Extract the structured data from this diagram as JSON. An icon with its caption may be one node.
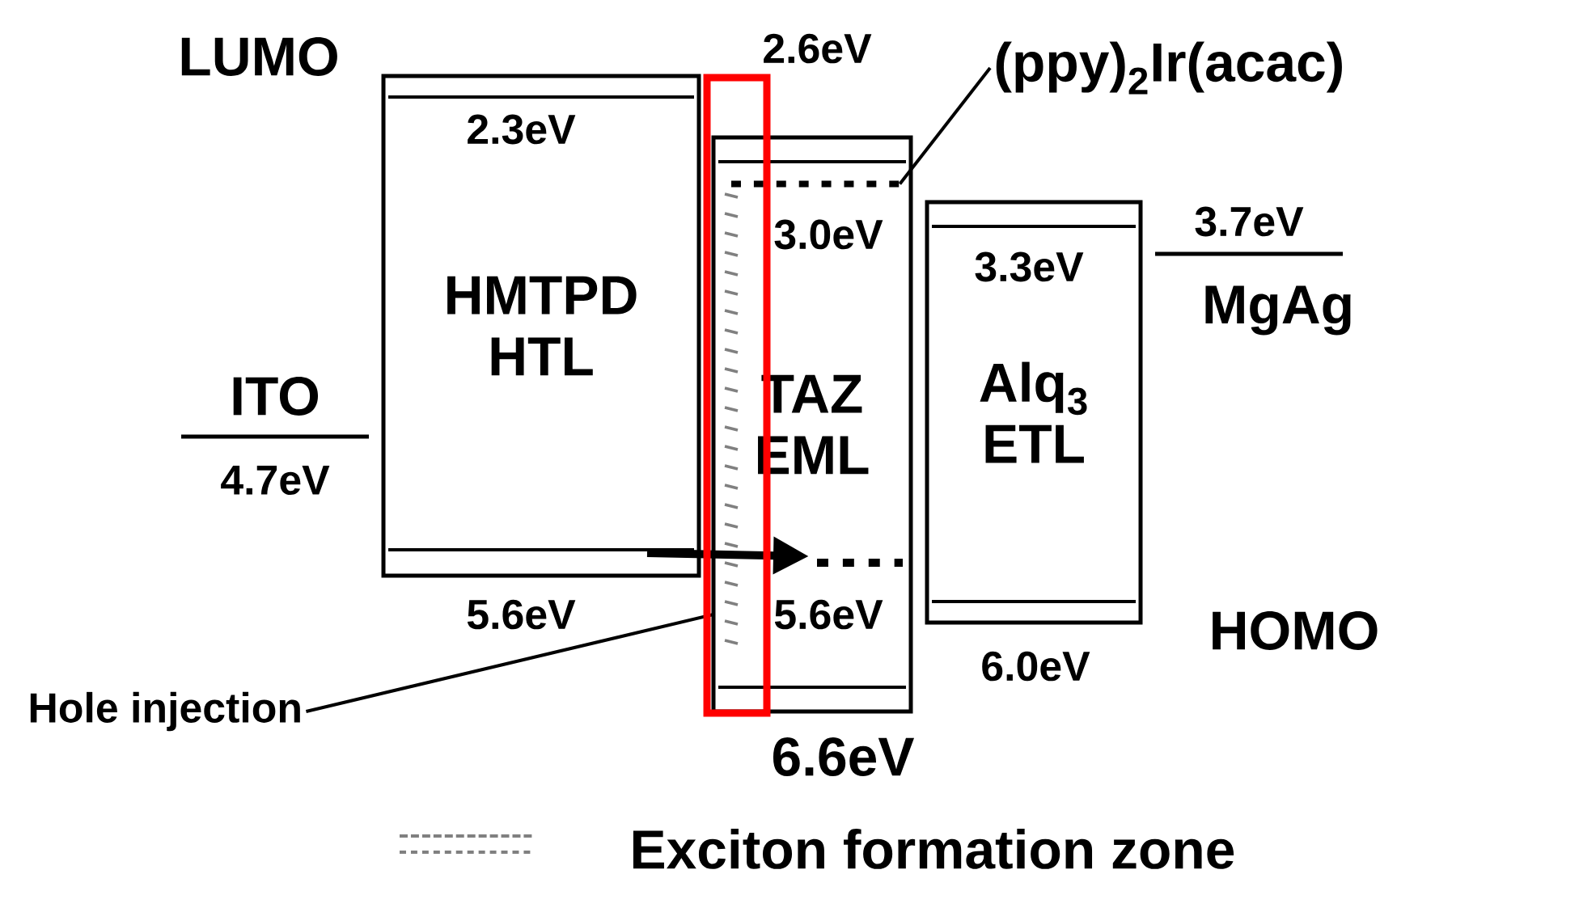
{
  "diagram": {
    "nodes": [
      {
        "text": [
          "HMTPD HTL"
        ]
      },
      {
        "text": [
          "TAZ EML"
        ]
      },
      {
        "text": [
          "Alq$_{3}$ ETL"
        ]
      },
      {
        "text": [
          "(ppy)$_{2}$Ir(acac)"
        ]
      },
      {
        "text": [],
        "shape": "bar",
        "in": 1
      },
      {
        "text": [
          "Hole injection"
        ]
      }
    ],
    "edges": [
      {
        "from": 3,
        "to": 4,
        "arrow": "none"
      },
      {
        "from": 5,
        "to": 1,
        "arrow": "none"
      },
      {
        "from": 0,
        "to": 1,
        "arrow": "to",
        "style": "thick"
      }
    ],
    "labels": [
      "LUMO",
      "2.6eV",
      "2.3eV",
      "3.0eV",
      "3.7eV",
      "MgAg",
      "ITO",
      "3.3eV",
      "4.7eV",
      "5.6eV",
      "5.6eV",
      "HOMO",
      "6.0eV",
      "6.6eV"
    ],
    "legend": [
      {
        "text": "Exciton formation zone"
      }
    ]
  }
}
